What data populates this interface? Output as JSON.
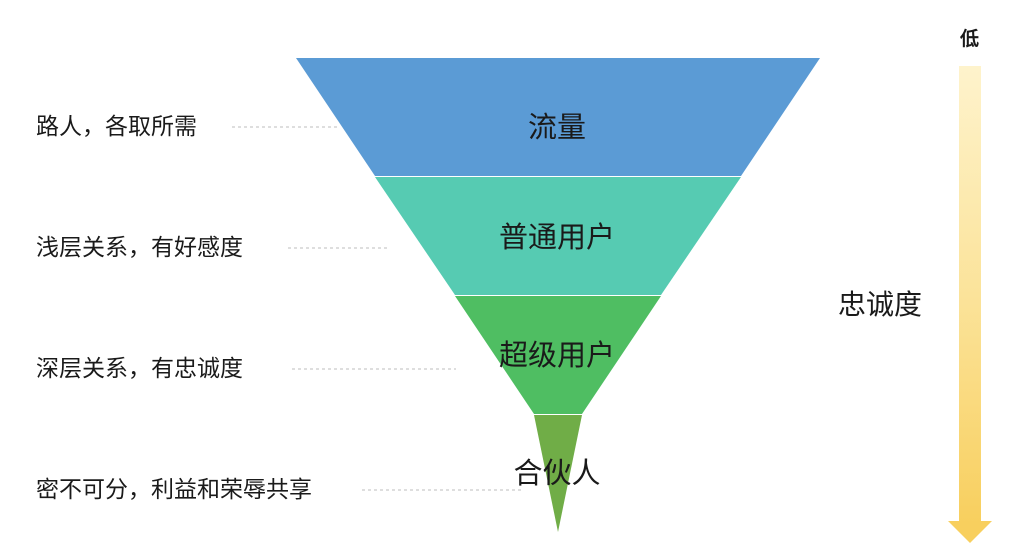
{
  "funnel": {
    "levels": [
      {
        "label": "流量",
        "color": "#5b9bd5"
      },
      {
        "label": "普通用户",
        "color": "#56cbb2"
      },
      {
        "label": "超级用户",
        "color": "#4fbe62"
      },
      {
        "label": "合伙人",
        "color": "#70ad47"
      }
    ]
  },
  "descriptions": [
    "路人，各取所需",
    "浅层关系，有好感度",
    "深层关系，有忠诚度",
    "密不可分，利益和荣辱共享"
  ],
  "axis": {
    "low_label": "低",
    "title": "忠诚度",
    "arrow_color": "#fad97a"
  }
}
